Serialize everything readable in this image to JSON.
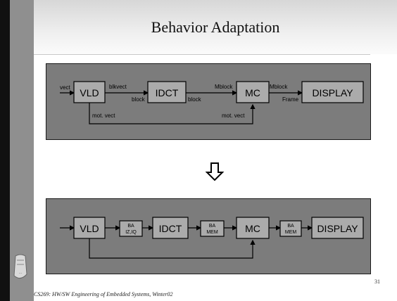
{
  "slide": {
    "title": "Behavior Adaptation",
    "page_number": "31",
    "footer": "CS269: HW/SW Engineering of Embedded Systems, Winter02"
  },
  "top_diagram": {
    "blocks": {
      "vld": "VLD",
      "idct": "IDCT",
      "mc": "MC",
      "display": "DISPLAY"
    },
    "labels": {
      "vect": "vect",
      "blkvect": "blkvect",
      "block_out": "block",
      "block_in": "block",
      "mblock_in": "Mblock",
      "mblock_out": "Mblock",
      "frame": "Frame",
      "mot_vect_left": "mot. vect",
      "mot_vect_right": "mot. vect"
    }
  },
  "bottom_diagram": {
    "blocks": {
      "vld": "VLD",
      "idct": "IDCT",
      "mc": "MC",
      "display": "DISPLAY"
    },
    "adapters": {
      "a1_line1": "BA",
      "a1_line2": "IZ,IQ",
      "a2_line1": "BA",
      "a2_line2": "MEM",
      "a3_line1": "BA",
      "a3_line2": "MEM"
    }
  },
  "colors": {
    "panel_fill": "#7c7c7c",
    "block_fill": "#ababab",
    "line": "#000000"
  }
}
